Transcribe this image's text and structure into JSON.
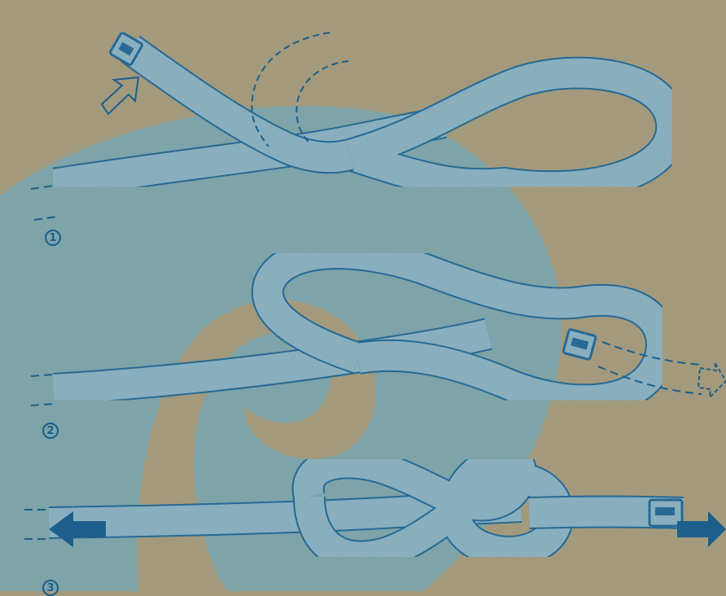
{
  "colors": {
    "background": "#a39a7d",
    "swirl": "#7ea3a8",
    "webbing_fill": "#8fb0bd",
    "outline": "#1c5f8c",
    "arrow_fill": "#1c5f8c"
  },
  "steps": [
    {
      "number": "1",
      "description_icon": "open-arrow-icon"
    },
    {
      "number": "2",
      "description_icon": "dashed-arrow-icon"
    },
    {
      "number": "3",
      "description_icon": "solid-arrow-icon"
    }
  ]
}
